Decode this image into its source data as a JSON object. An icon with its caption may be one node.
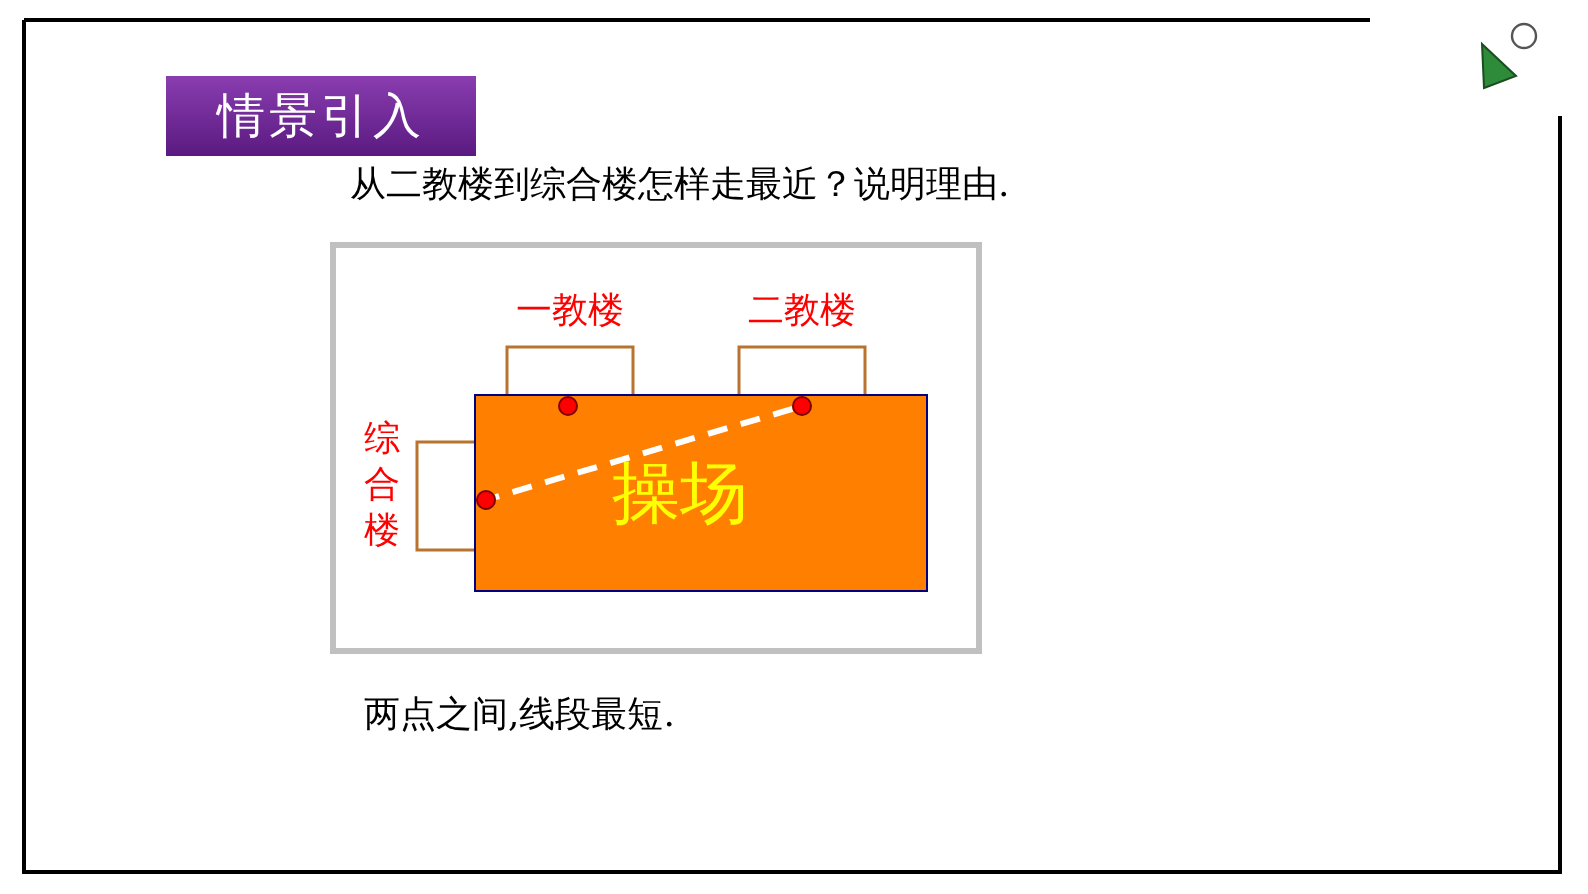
{
  "diagram": {
    "title": "情景引入",
    "nodes": [
      {
        "text": [
          "操场"
        ]
      },
      {
        "text": [
          "一教楼"
        ]
      },
      {
        "text": [
          "二教楼"
        ]
      },
      {
        "text": [
          "综合楼"
        ]
      },
      {
        "text": [],
        "shape": "circle",
        "in": 0
      },
      {
        "text": [],
        "shape": "circle",
        "in": 0
      },
      {
        "text": [],
        "shape": "circle",
        "in": 0
      }
    ],
    "edges": [
      {
        "from": 6,
        "to": 4,
        "arrow": "none",
        "style": "dashed",
        "color": "#ffffff"
      }
    ],
    "labels": [
      "从二教楼到综合楼怎样走最近？说明理由.",
      "两点之间,线段最短."
    ]
  }
}
